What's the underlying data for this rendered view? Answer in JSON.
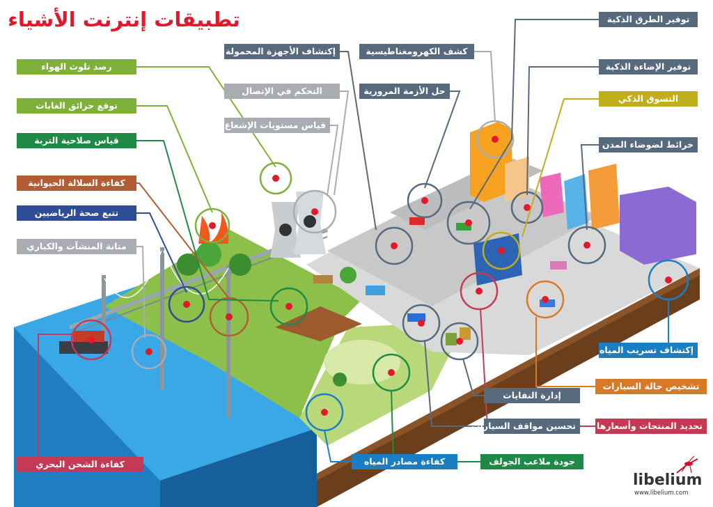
{
  "title": "تطبيقات إنترنت الأشياء",
  "labels": {
    "air_pollution": "رصد تلوث الهواء",
    "forest_fire": "توقع حرائق الغابات",
    "soil": "قياس صلاحية التربة",
    "livestock": "كفاءة السلالة الحيوانية",
    "athletes": "تتبع صحة الرياضيين",
    "structures": "متانة المنشآت والكباري",
    "shipping": "كفاءة الشحن البحري",
    "portable_devices": "إكتشاف الأجهزة المحمولة",
    "connection_control": "التحكم في الإتصال",
    "radiation": "قياس مستويات الإشعاع",
    "electromagnetic": "كشف الكهرومغناطيسية",
    "traffic": "حل الأزمة المرورية",
    "smart_roads": "توفير الطرق الذكية",
    "smart_lighting": "توفير الإضاءة الذكية",
    "smart_shopping": "التسوق الذكي",
    "noise_maps": "خرائط لضوضاء المدن",
    "water_leak": "إكتشاف تسريب المياه",
    "car_diagnosis": "تشخيص حالة السيارات",
    "products_prices": "تحديد المنتجات وأسعارها",
    "waste": "إدارة النفايات",
    "parking": "تحسين مواقف السيارات",
    "golf": "جودة ملاعب الجولف",
    "water_sources": "كفاءة مصادر المياه"
  },
  "colors": {
    "title": "#e0182a",
    "green": "#7fb13a",
    "darkgreen": "#1f8a46",
    "brown": "#b25d33",
    "navy": "#2e4d95",
    "slate": "#56697d",
    "gray": "#a9adb2",
    "yellow": "#c2ad1a",
    "orange": "#d67a26",
    "crimson": "#c43a55",
    "blue": "#1b7ec2",
    "teal": "#5f7686"
  },
  "logo": {
    "name": "libelium",
    "url": "www.libelium.com"
  }
}
